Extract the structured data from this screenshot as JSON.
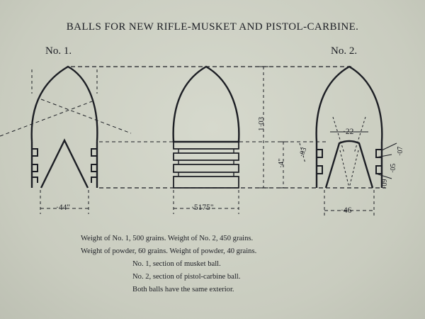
{
  "title": "BALLS FOR NEW RIFLE-MUSKET AND PISTOL-CARBINE.",
  "labels": {
    "no1": "No. 1.",
    "no2": "No. 2."
  },
  "dimensions": {
    "width_no1": "·44\"",
    "width_musket_bands": "·5175\"",
    "width_no2": "·46",
    "overall_length": "1·03",
    "base_length": "·4\"",
    "hollow_top": "·22",
    "cavity_depth": "·03",
    "edge_07": "·07",
    "edge_05": "·05",
    "edge_09": "·09"
  },
  "caption": {
    "line1": "Weight of No. 1, 500 grains.   Weight of No. 2, 450 grains.",
    "line2": "Weight of powder, 60 grains.   Weight of powder, 40 grains.",
    "line3": "No. 1, section of musket ball.",
    "line4": "No. 2, section of pistol-carbine ball.",
    "line5": "Both balls have the same exterior."
  }
}
